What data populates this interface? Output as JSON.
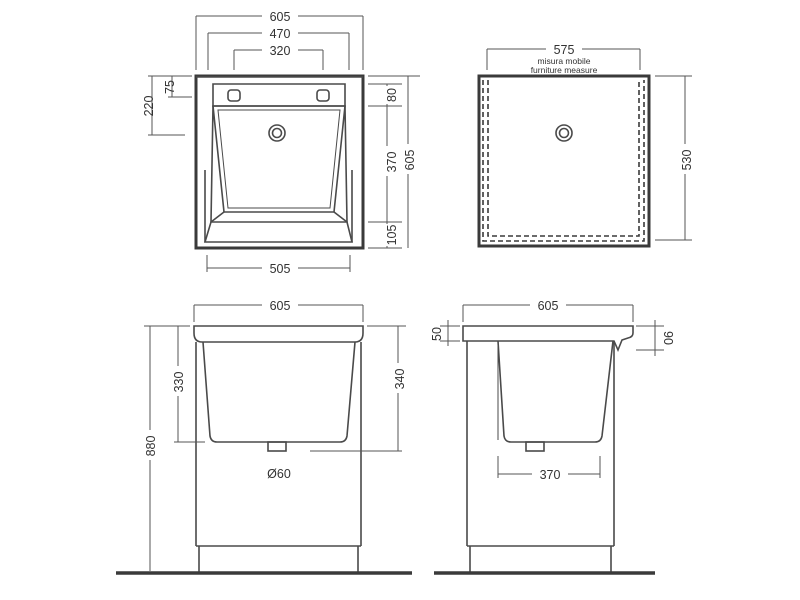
{
  "top_view": {
    "overall_width": "605",
    "inner_width": "470",
    "tap_spacing": "320",
    "back_depth": "220",
    "back_ledge": "75",
    "shelf_depth": "80",
    "bowl_depth": "370",
    "front_ledge": "105",
    "overall_depth": "605",
    "bowl_width": "505"
  },
  "furniture_view": {
    "width": "575",
    "note_line1": "misura mobile",
    "note_line2": "furniture measure",
    "depth": "530"
  },
  "front_view": {
    "width": "605",
    "bowl_height": "330",
    "total_height": "880",
    "drain_height": "340",
    "drain_diameter": "Ø60"
  },
  "side_view": {
    "width": "605",
    "rim_thickness": "50",
    "back_height": "90",
    "bowl_width": "370"
  }
}
